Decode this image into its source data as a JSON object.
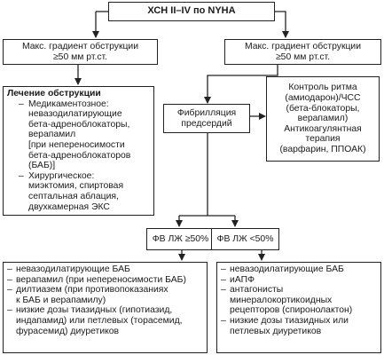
{
  "top": {
    "title": "ХСН II–IV по NYHA"
  },
  "left_gradient": {
    "text": "Макс. градиент обструкции\n≥50 мм рт.ст."
  },
  "right_gradient": {
    "text": "Макс. градиент обструкции\n≥50 мм рт.ст."
  },
  "obstruction": {
    "heading": "Лечение обструкции",
    "items": [
      {
        "text": "Медикаментозное:\nневазодилатирующие\nбета-адреноблокаторы,\nверапамил\n[при непереносимости\nбета-адреноблокаторов\n(БАБ)]"
      },
      {
        "text": "Хирургическое:\nмиэктомия, спиртовая\nсептальная аблация,\nдвухкамерная ЭКС"
      }
    ]
  },
  "af": {
    "text": "Фибрилляция\nпредсердий"
  },
  "rhythm": {
    "text": "Контроль ритма\n(амиодарон)/ЧСС\n(бета-блокаторы,\nверапамил)\nАнтикоагулянтная\nтерапия\n(варфарин, ППОАК)"
  },
  "ef_high": {
    "text": "ФВ ЛЖ ≥50%"
  },
  "ef_low": {
    "text": "ФВ ЛЖ <50%"
  },
  "left_list": [
    "невазодилатирующие БАБ",
    "верапамил (при непереносимости БАБ)",
    "дилтиазем (при противопоказаниях\nк БАБ и верапамилу)",
    "низкие дозы тиазидных (гипотиазид,\nиндапамид) или петлевых (торасемид,\nфурасемид) диуретиков"
  ],
  "right_list": [
    "невазодилатирующие БАБ",
    "иАПФ",
    "антагонисты\nминералокортикоидных\nрецепторов (спиронолактон)",
    "низкие дозы тиазидных или\nпетлевых диуретиков"
  ]
}
